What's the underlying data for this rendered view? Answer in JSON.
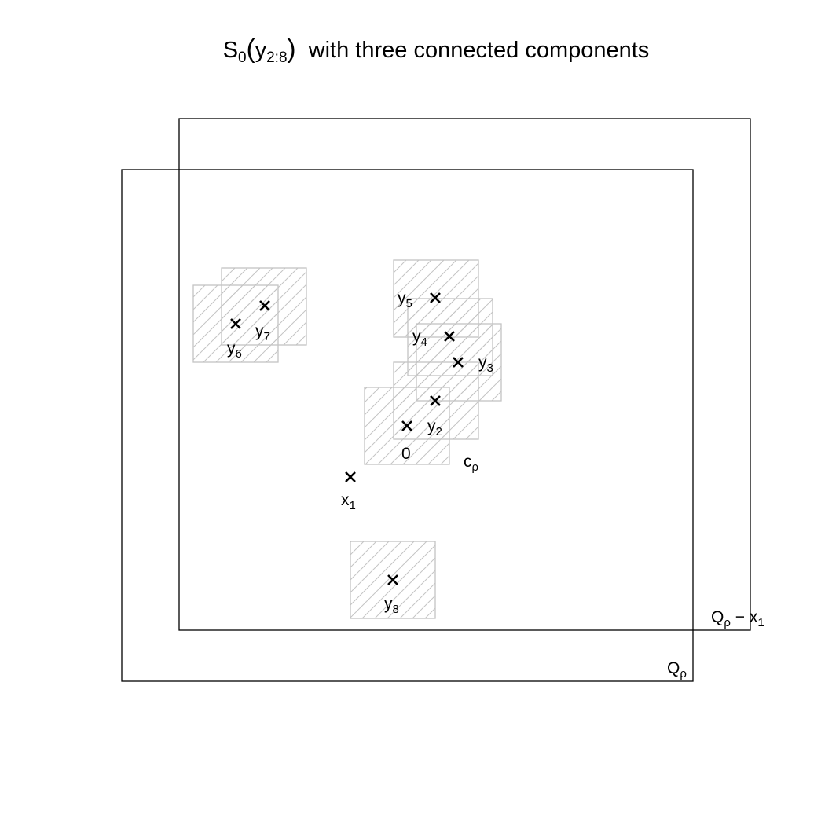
{
  "title": {
    "main": "S",
    "main_sub": "0",
    "arg": "y",
    "arg_sub": "2:8",
    "rest": "with three connected components"
  },
  "outer_boxes": [
    {
      "label": "Q",
      "label_sub": "ρ",
      "label_suffix": ""
    },
    {
      "label": "Q",
      "label_sub": "ρ",
      "label_suffix": " − x",
      "label_suffix_sub": "1"
    }
  ],
  "hatched_squares": [
    {
      "name": "square-c-rho",
      "label": "c",
      "label_sub": "ρ"
    },
    {
      "name": "square-y2"
    },
    {
      "name": "square-y3"
    },
    {
      "name": "square-y4"
    },
    {
      "name": "square-y5"
    },
    {
      "name": "square-y6"
    },
    {
      "name": "square-y7"
    },
    {
      "name": "square-y8"
    }
  ],
  "points": [
    {
      "name": "point-zero",
      "label": "0",
      "label_sub": ""
    },
    {
      "name": "point-x1",
      "label": "x",
      "label_sub": "1"
    },
    {
      "name": "point-y2",
      "label": "y",
      "label_sub": "2"
    },
    {
      "name": "point-y2-upper",
      "label": "",
      "label_sub": ""
    },
    {
      "name": "point-y3",
      "label": "y",
      "label_sub": "3"
    },
    {
      "name": "point-y4",
      "label": "y",
      "label_sub": "4"
    },
    {
      "name": "point-y5",
      "label": "y",
      "label_sub": "5"
    },
    {
      "name": "point-y6",
      "label": "y",
      "label_sub": "6"
    },
    {
      "name": "point-y7",
      "label": "y",
      "label_sub": "7"
    },
    {
      "name": "point-y8",
      "label": "y",
      "label_sub": "8"
    }
  ],
  "colors": {
    "hatch": "#c4c4c4",
    "frame": "#000000",
    "marker": "#000000"
  }
}
